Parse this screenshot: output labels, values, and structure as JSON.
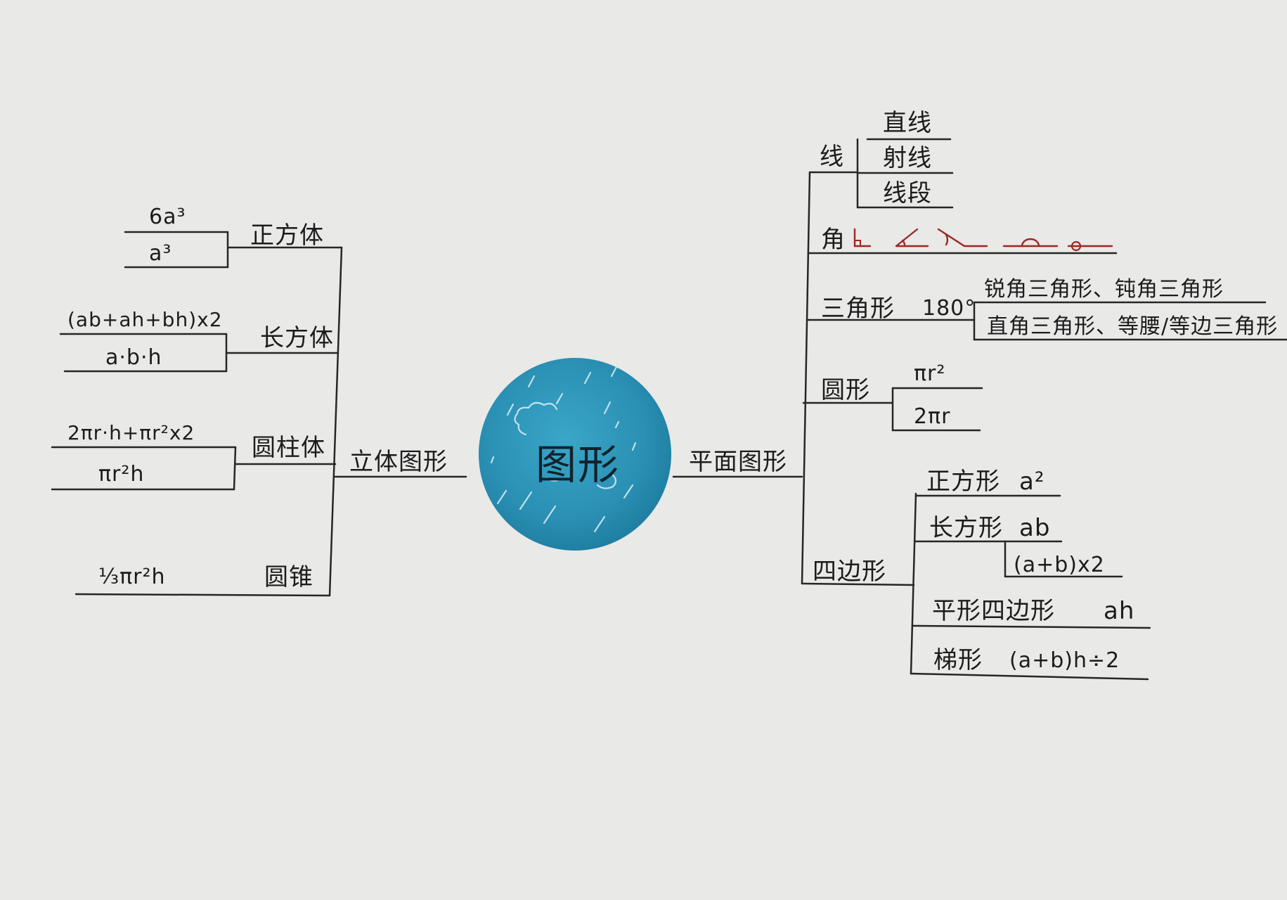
{
  "center": {
    "label": "图形",
    "fill_color": "#2a8fb3"
  },
  "branches": {
    "solid": {
      "label": "立体图形",
      "items": [
        {
          "name": "正方体",
          "formulas": [
            "6a³",
            "a³"
          ]
        },
        {
          "name": "长方体",
          "formulas": [
            "(ab+ah+bh)x2",
            "a·b·h"
          ]
        },
        {
          "name": "圆柱体",
          "formulas": [
            "2πr·h+πr²x2",
            "πr²h"
          ]
        },
        {
          "name": "圆锥",
          "formulas": [
            "⅓πr²h"
          ]
        }
      ]
    },
    "plane": {
      "label": "平面图形",
      "line": {
        "name": "线",
        "children": [
          "直线",
          "射线",
          "线段"
        ]
      },
      "angle": {
        "name": "角",
        "ink_color": "#9a2a22"
      },
      "triangle": {
        "name": "三角形",
        "sum": "180°",
        "types": [
          "锐角三角形、钝角三角形",
          "直角三角形、等腰/等边三角形"
        ]
      },
      "circle": {
        "name": "圆形",
        "formulas": [
          "πr²",
          "2πr"
        ]
      },
      "quad": {
        "name": "四边形",
        "items": [
          {
            "name": "正方形",
            "formula": "a²"
          },
          {
            "name": "长方形",
            "formula": "ab",
            "sub": "(a+b)x2"
          },
          {
            "name": "平形四边形",
            "formula": "ah"
          },
          {
            "name": "梯形",
            "formula": "(a+b)h÷2"
          }
        ]
      }
    }
  }
}
